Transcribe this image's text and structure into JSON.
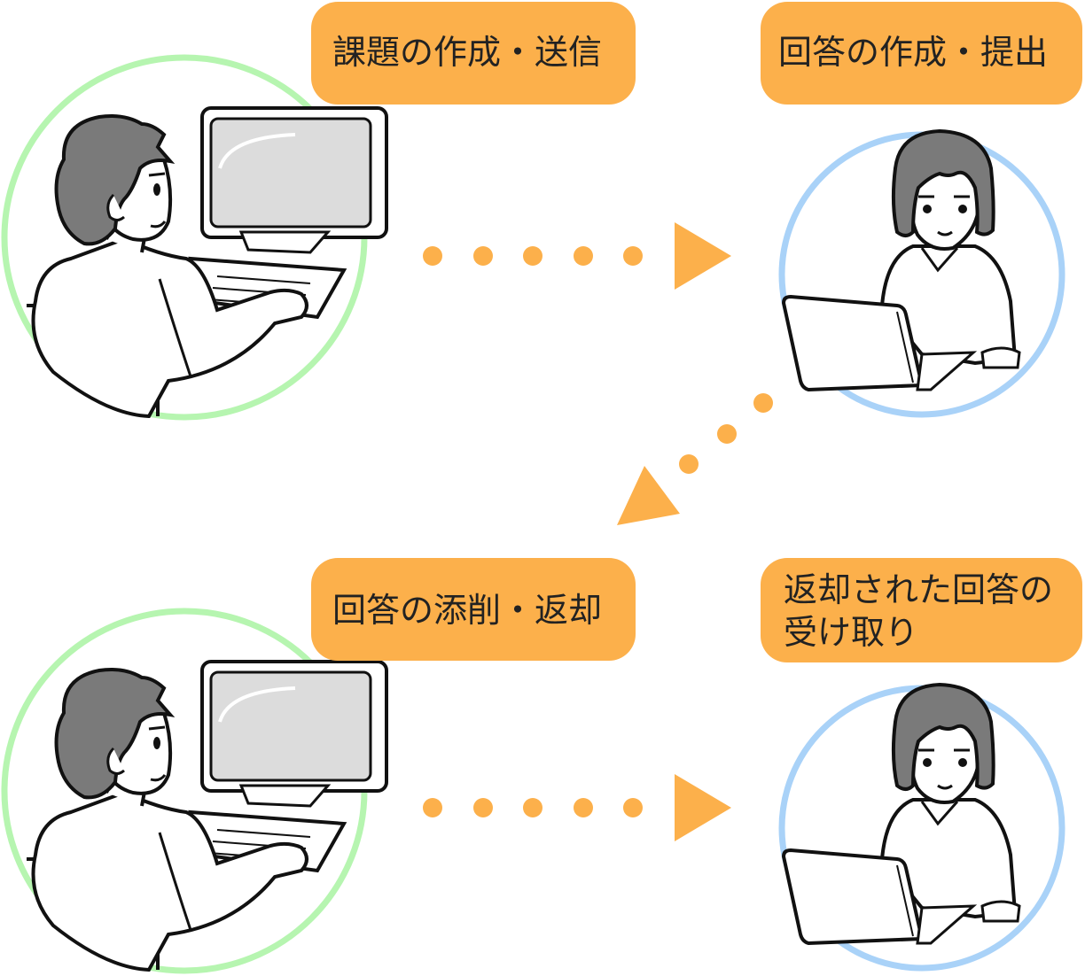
{
  "labels": {
    "create_send": "課題の作成・送信",
    "answer_submit": "回答の作成・提出",
    "correct_return": "回答の添削・返却",
    "receive_line1": "返却された回答の",
    "receive_line2": "受け取り"
  },
  "colors": {
    "label_bg": "#fcb04b",
    "arrow": "#fcb04b",
    "teacher_ring": "#b6f5b0",
    "student_ring": "#a9d2f8",
    "hair": "#7a7a7a",
    "screen": "#dcdcdc"
  },
  "icons": [
    "teacher-at-desktop",
    "student-at-laptop",
    "dotted-arrow"
  ]
}
